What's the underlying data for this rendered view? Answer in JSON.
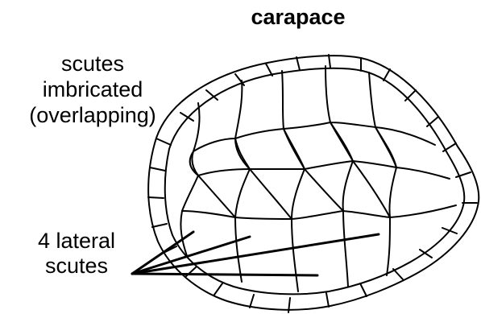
{
  "title": "carapace",
  "labels": {
    "imbricated_line1": "scutes",
    "imbricated_line2": "imbricated",
    "imbricated_line3": "(overlapping)",
    "lateral_line1": "4 lateral",
    "lateral_line2": "scutes"
  },
  "colors": {
    "ink": "#000000",
    "background": "#ffffff"
  }
}
